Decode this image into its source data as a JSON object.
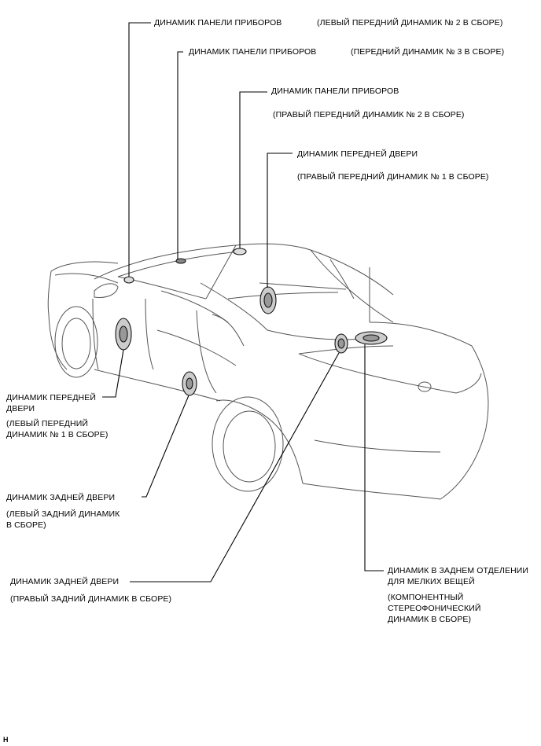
{
  "labels": {
    "ip_left_title": "ДИНАМИК ПАНЕЛИ ПРИБОРОВ",
    "ip_left_sub": "(ЛЕВЫЙ ПЕРЕДНИЙ ДИНАМИК № 2 В СБОРЕ)",
    "ip_center_title": "ДИНАМИК ПАНЕЛИ ПРИБОРОВ",
    "ip_center_sub": "(ПЕРЕДНИЙ ДИНАМИК № 3 В СБОРЕ)",
    "ip_right_title": "ДИНАМИК ПАНЕЛИ ПРИБОРОВ",
    "ip_right_sub": "(ПРАВЫЙ ПЕРЕДНИЙ ДИНАМИК № 2 В СБОРЕ)",
    "front_door_right_title": "ДИНАМИК ПЕРЕДНЕЙ ДВЕРИ",
    "front_door_right_sub": "(ПРАВЫЙ ПЕРЕДНИЙ ДИНАМИК № 1 В СБОРЕ)",
    "front_door_left_title": "ДИНАМИК ПЕРЕДНЕЙ\nДВЕРИ",
    "front_door_left_sub": "(ЛЕВЫЙ ПЕРЕДНИЙ\nДИНАМИК № 1 В СБОРЕ)",
    "rear_door_left_title": "ДИНАМИК ЗАДНЕЙ ДВЕРИ",
    "rear_door_left_sub": "(ЛЕВЫЙ ЗАДНИЙ ДИНАМИК\nВ СБОРЕ)",
    "rear_door_right_title": "ДИНАМИК ЗАДНЕЙ ДВЕРИ",
    "rear_door_right_sub": "(ПРАВЫЙ ЗАДНИЙ ДИНАМИК В СБОРЕ)",
    "rear_shelf_title": "ДИНАМИК В ЗАДНЕМ ОТДЕЛЕНИИ\nДЛЯ МЕЛКИХ ВЕЩЕЙ",
    "rear_shelf_sub": "(КОМПОНЕНТНЫЙ\nСТЕРЕОФОНИЧЕСКИЙ\nДИНАМИК В СБОРЕ)"
  },
  "corner_mark": "H"
}
